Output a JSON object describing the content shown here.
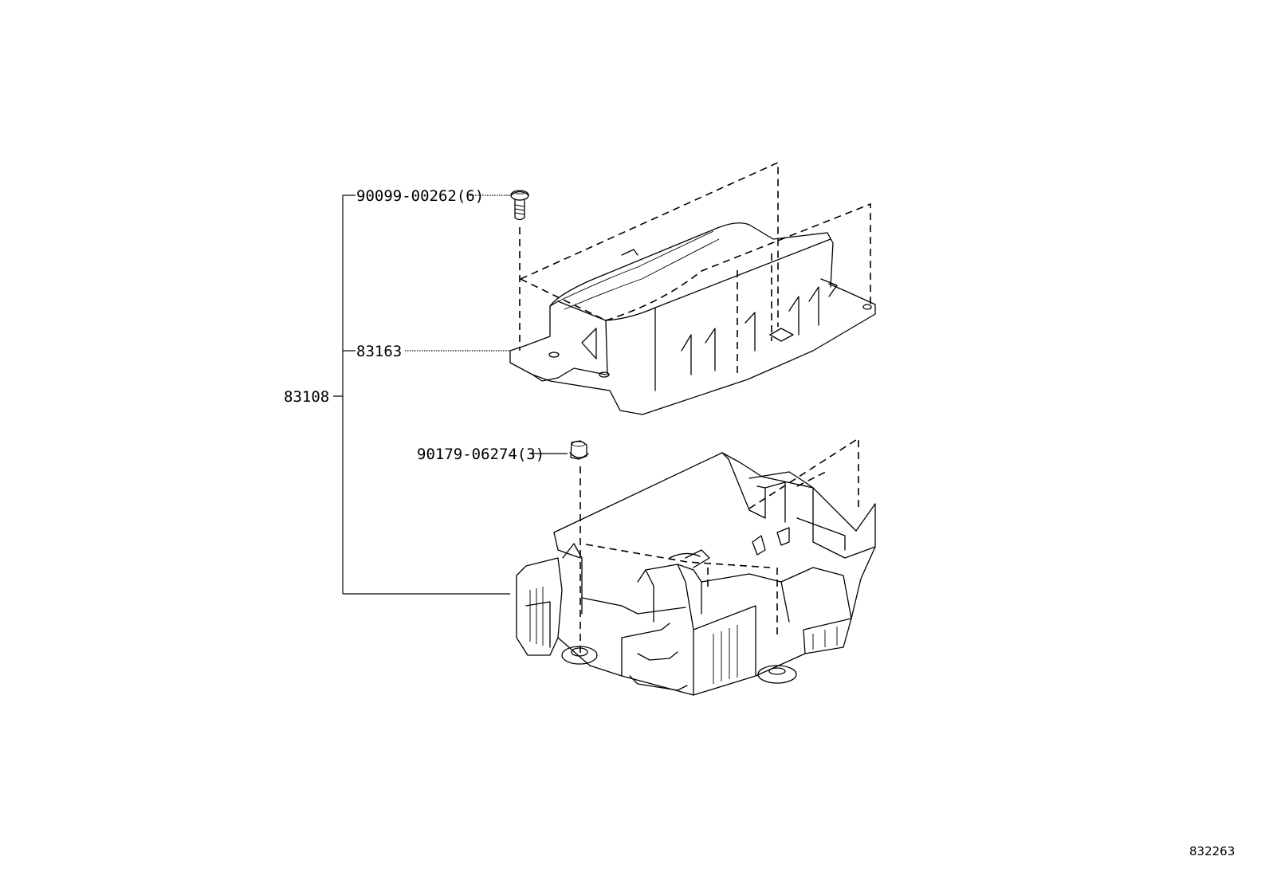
{
  "callouts": {
    "screw": "90099-00262(6)",
    "cover": "83163",
    "assembly": "83108",
    "nut": "90179-06274(3)"
  },
  "figure_id": "832263"
}
